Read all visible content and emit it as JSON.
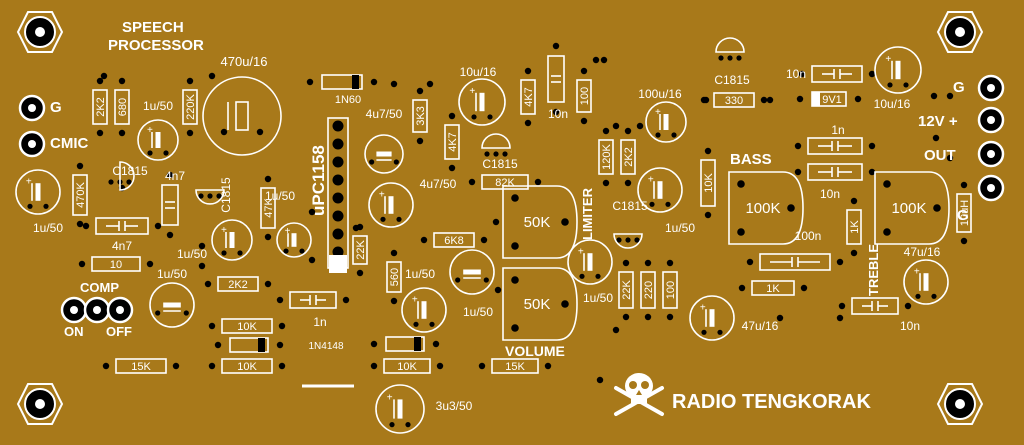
{
  "board": {
    "title": "SPEECH",
    "title2": "PROCESSOR",
    "brand": "RADIO TENGKORAK",
    "colors": {
      "board": "#a8791a",
      "silk": "#ffffff",
      "pad": "#000000"
    }
  },
  "connectors": {
    "g_left": "G",
    "cmic": "CMIC",
    "comp": "COMP",
    "on": "ON",
    "off": "OFF",
    "g_right": "G",
    "power": "12V +",
    "out": "OUT",
    "g_out": "G"
  },
  "controls": {
    "bass": "BASS",
    "treble": "TREBLE",
    "limiter": "LIMITER",
    "volume": "VOLUME",
    "pot_bass": "100K",
    "pot_treble": "100K",
    "pot_limiter": "50K",
    "pot_volume": "50K"
  },
  "parts": {
    "ic": "uPC1158",
    "diode_1n60": "1N60",
    "diode_1n4148": "1N4148",
    "r_2k2_a": "2K2",
    "r_680": "680",
    "r_220k": "220K",
    "r_470k": "470K",
    "r_47k": "47K",
    "r_10": "10",
    "r_2k2_b": "2K2",
    "r_10k_a": "10K",
    "r_10k_b": "10K",
    "r_15k_a": "15K",
    "r_3k3": "3K3",
    "r_4k7_a": "4K7",
    "r_4k7_b": "4K7",
    "r_22k_a": "22K",
    "r_560": "560",
    "r_6k8": "6K8",
    "r_82k": "82K",
    "r_10k_c": "10K",
    "r_15k_b": "15K",
    "r_330": "330",
    "r_120k": "120K",
    "r_2k2_c": "2K2",
    "r_10k_d": "10K",
    "r_22k_b": "22K",
    "r_220": "220",
    "r_100": "100",
    "r_100_b": "100",
    "r_1k_a": "1K",
    "r_1k_b": "1K",
    "r_10uh": "10uH",
    "c_470u16": "470u/16",
    "c_1u50_a": "1u/50",
    "c_1u50_b": "1u/50",
    "c_1u50_c": "1u/50",
    "c_1u50_d": "1u/50",
    "c_1u50_e": "1u/50",
    "c_1u50_f": "1u/50",
    "c_1u50_g": "1u/50",
    "c_1u50_h": "1u/50",
    "c_1u50_i": "1u/50",
    "c_4u750_a": "4u7/50",
    "c_4u750_b": "4u7/50",
    "c_10u16_a": "10u/16",
    "c_10u16_b": "10u/16",
    "c_100u16": "100u/16",
    "c_47u16_a": "47u/16",
    "c_47u16_b": "47u/16",
    "c_3u350": "3u3/50",
    "c_4n7_a": "4n7",
    "c_4n7_b": "4n7",
    "c_1n_a": "1n",
    "c_1n_b": "1n",
    "c_10n_a": "10n",
    "c_10n_b": "10n",
    "c_10n_c": "10n",
    "c_10n_d": "10n",
    "c_100n": "100n",
    "zener": "9V1",
    "q1": "C1815",
    "q2": "C1815",
    "q3": "C1815",
    "q4": "C1815",
    "q5": "C1815"
  }
}
